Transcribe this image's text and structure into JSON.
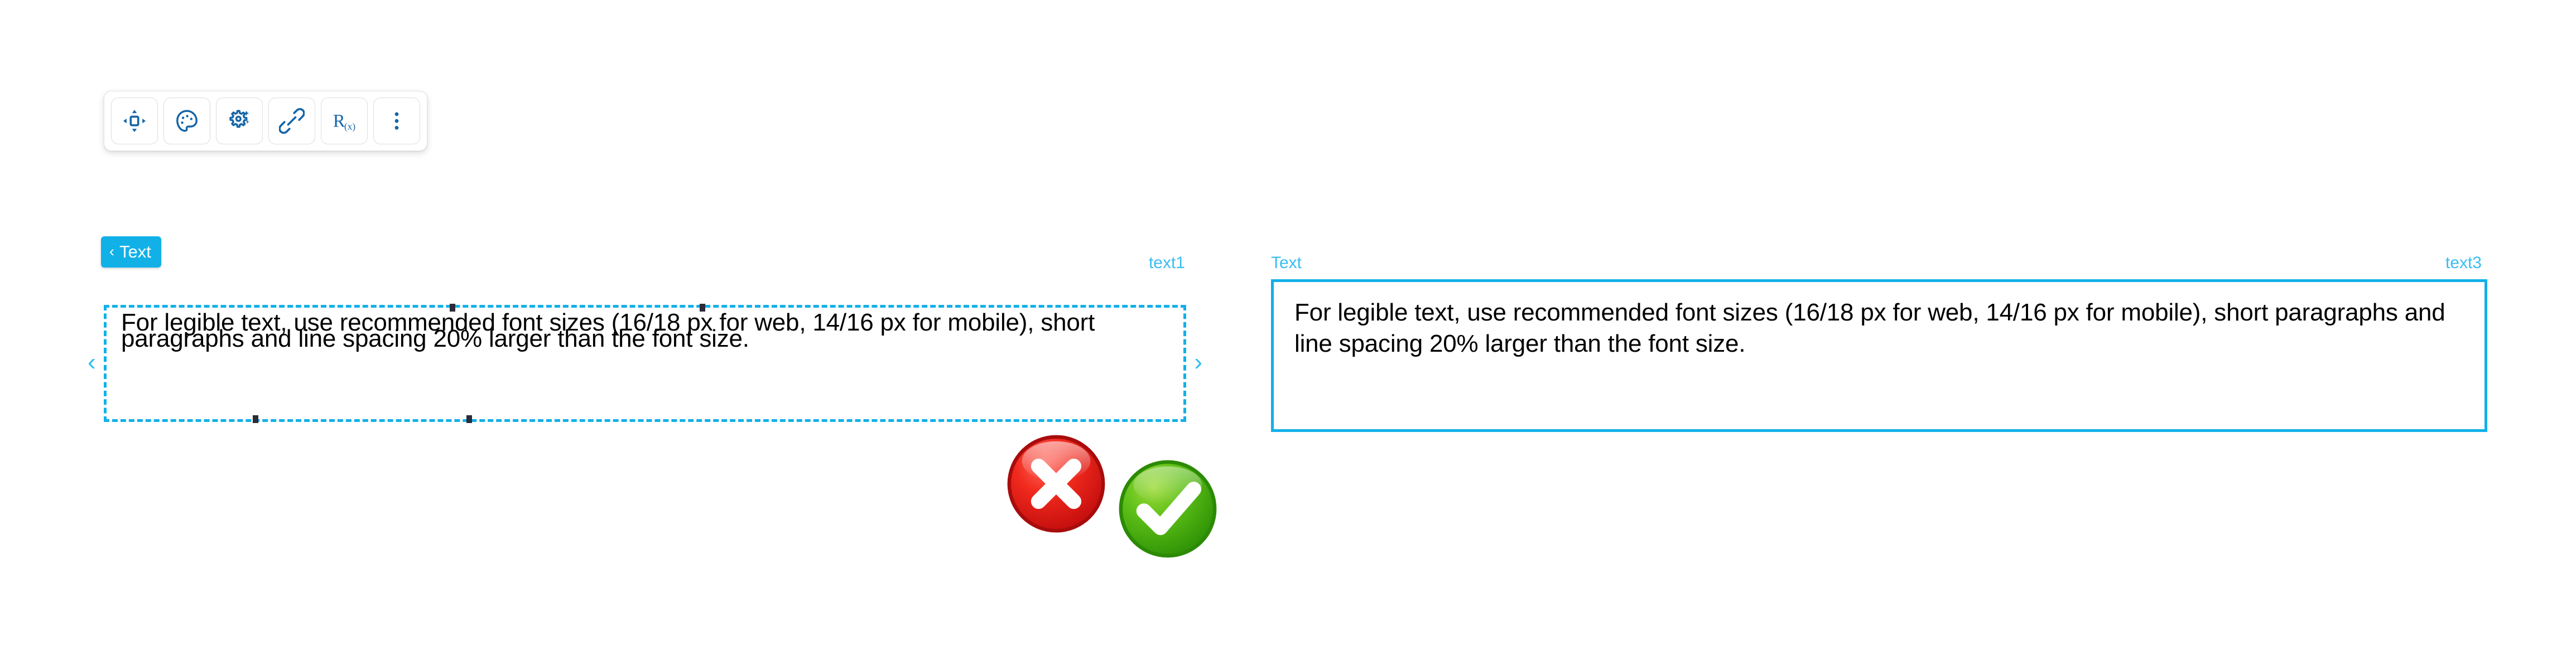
{
  "toolbar": {
    "buttons": [
      {
        "name": "move-resize-icon",
        "tooltip": "Move / Resize"
      },
      {
        "name": "palette-icon",
        "tooltip": "Style"
      },
      {
        "name": "gear-sparkle-icon",
        "tooltip": "Smart Settings"
      },
      {
        "name": "link-icon",
        "tooltip": "Link"
      },
      {
        "name": "formula-rx-icon",
        "tooltip": "R(x)",
        "glyph": "R",
        "subscript": "(x)"
      },
      {
        "name": "more-options-icon",
        "tooltip": "More"
      }
    ]
  },
  "breadcrumb": {
    "chevron": "‹",
    "label": "Text"
  },
  "left_example": {
    "id_label": "text1",
    "body": "For legible text, use recommended font sizes (16/18 px for web, 14/16 px for mobile), short paragraphs and line spacing 20% larger than the font size.",
    "status": "invalid",
    "status_icon": "error-cross-icon"
  },
  "right_example": {
    "side_label": "Text",
    "id_label": "text3",
    "body": "For legible text, use recommended font sizes (16/18 px for web, 14/16 px for mobile), short paragraphs and line spacing 20% larger than the font size.",
    "status": "valid",
    "status_icon": "success-check-icon"
  },
  "colors": {
    "accent_cyan": "#12b0e8",
    "label_cyan": "#39bdf2",
    "icon_blue": "#1565a8",
    "error_red": "#e01b1b",
    "success_green": "#4cb312"
  }
}
